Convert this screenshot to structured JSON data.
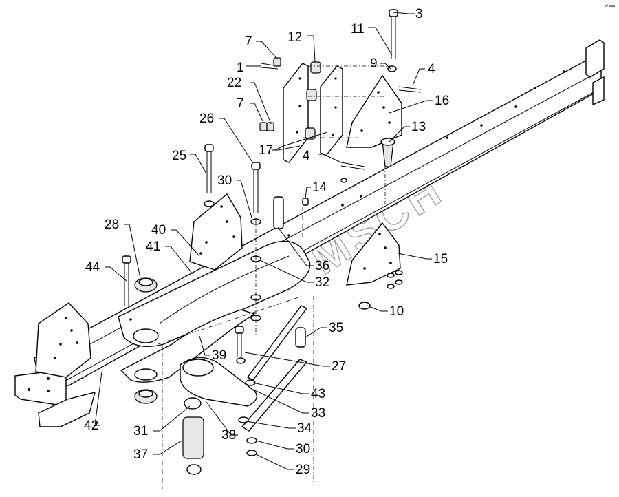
{
  "diagram": {
    "corner_code": "x° aaa",
    "watermark": "MSCH",
    "callouts": [
      {
        "id": "c3",
        "label": "3"
      },
      {
        "id": "c11",
        "label": "11"
      },
      {
        "id": "c12",
        "label": "12"
      },
      {
        "id": "c7a",
        "label": "7"
      },
      {
        "id": "c1",
        "label": "1"
      },
      {
        "id": "c9",
        "label": "9"
      },
      {
        "id": "c4a",
        "label": "4"
      },
      {
        "id": "c22",
        "label": "22"
      },
      {
        "id": "c16",
        "label": "16"
      },
      {
        "id": "c7b",
        "label": "7"
      },
      {
        "id": "c13",
        "label": "13"
      },
      {
        "id": "c26",
        "label": "26"
      },
      {
        "id": "c17",
        "label": "17"
      },
      {
        "id": "c4b",
        "label": "4"
      },
      {
        "id": "c25",
        "label": "25"
      },
      {
        "id": "c30a",
        "label": "30"
      },
      {
        "id": "c14",
        "label": "14"
      },
      {
        "id": "c28",
        "label": "28"
      },
      {
        "id": "c40",
        "label": "40"
      },
      {
        "id": "c41",
        "label": "41"
      },
      {
        "id": "c15",
        "label": "15"
      },
      {
        "id": "c36",
        "label": "36"
      },
      {
        "id": "c44",
        "label": "44"
      },
      {
        "id": "c32",
        "label": "32"
      },
      {
        "id": "c10",
        "label": "10"
      },
      {
        "id": "c35",
        "label": "35"
      },
      {
        "id": "c39",
        "label": "39"
      },
      {
        "id": "c27",
        "label": "27"
      },
      {
        "id": "c43",
        "label": "43"
      },
      {
        "id": "c42",
        "label": "42"
      },
      {
        "id": "c33",
        "label": "33"
      },
      {
        "id": "c31",
        "label": "31"
      },
      {
        "id": "c34",
        "label": "34"
      },
      {
        "id": "c38",
        "label": "38"
      },
      {
        "id": "c30b",
        "label": "30"
      },
      {
        "id": "c37",
        "label": "37"
      },
      {
        "id": "c29",
        "label": "29"
      }
    ]
  }
}
